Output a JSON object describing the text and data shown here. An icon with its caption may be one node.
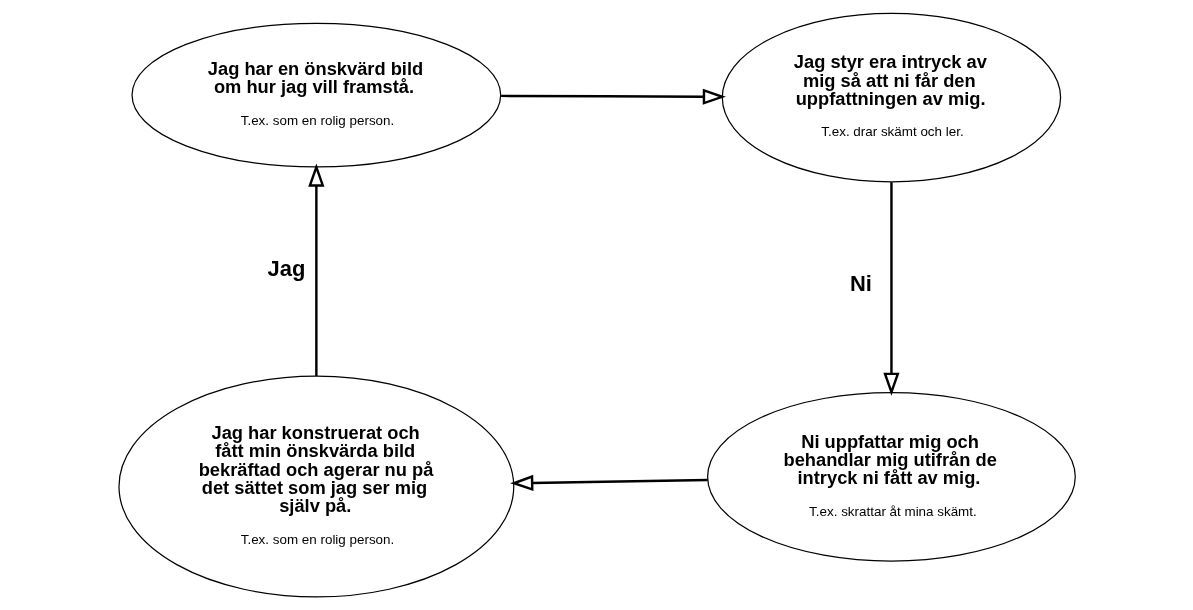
{
  "diagram": {
    "nodes": [
      {
        "text": [
          "Jag har en önskvärd bild om hur jag vill framstå.",
          "T.ex. som en rolig person."
        ]
      },
      {
        "text": [
          "Jag styr era intryck av mig så att ni får den uppfattningen av mig.",
          "T.ex. drar skämt och ler."
        ]
      },
      {
        "text": [
          "Jag har konstruerat och fått min önskvärda bild bekräftad och agerar nu på det sättet som jag ser mig själv på.",
          "T.ex. som en rolig person."
        ]
      },
      {
        "text": [
          "Ni uppfattar mig och behandlar mig utifrån de intryck ni fått av mig.",
          "T.ex. skrattar åt mina skämt."
        ]
      }
    ],
    "edges": [
      {
        "from": 0,
        "to": 1,
        "arrow": "to"
      },
      {
        "from": 1,
        "to": 3,
        "arrow": "to",
        "label": "Ni"
      },
      {
        "from": 3,
        "to": 2,
        "arrow": "to"
      },
      {
        "from": 2,
        "to": 0,
        "arrow": "to",
        "label": "Jag"
      }
    ]
  }
}
